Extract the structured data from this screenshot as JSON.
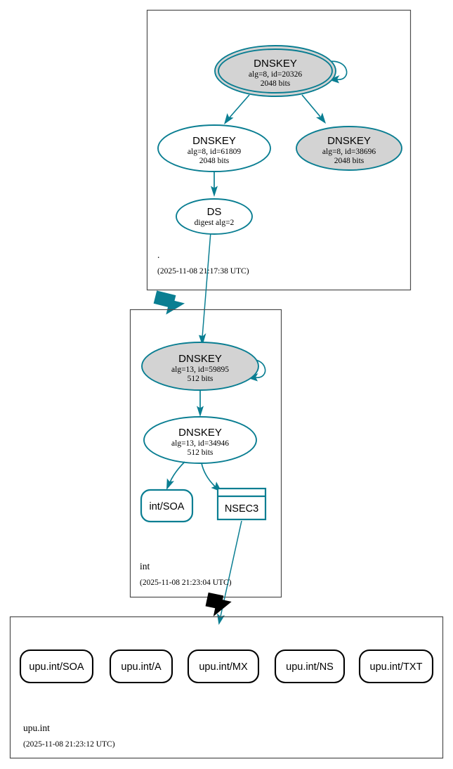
{
  "diagram": {
    "type": "dnssec-authentication-chain",
    "colors": {
      "secure": "#0a7e92",
      "insecure": "#000000",
      "zone_border": "#4d4d4d",
      "node_fill_ksk": "#d3d3d3",
      "node_fill_zsk": "#ffffff",
      "background": "#ffffff"
    },
    "zones": [
      {
        "id": "root",
        "name": ".",
        "timestamp": "(2025-11-08 21:17:38 UTC)",
        "nodes": [
          {
            "id": "root-ksk",
            "shape": "double-ellipse",
            "fill": "grey",
            "trust_anchor": true,
            "self_signed": true,
            "title": "DNSKEY",
            "line2": "alg=8, id=20326",
            "line3": "2048 bits"
          },
          {
            "id": "root-zsk",
            "shape": "ellipse",
            "fill": "white",
            "trust_anchor": false,
            "self_signed": false,
            "title": "DNSKEY",
            "line2": "alg=8, id=61809",
            "line3": "2048 bits"
          },
          {
            "id": "root-ksk2",
            "shape": "ellipse",
            "fill": "grey",
            "trust_anchor": false,
            "self_signed": false,
            "title": "DNSKEY",
            "line2": "alg=8, id=38696",
            "line3": "2048 bits"
          },
          {
            "id": "root-ds",
            "shape": "ellipse",
            "fill": "white",
            "title": "DS",
            "line2": "digest alg=2",
            "line3": ""
          }
        ]
      },
      {
        "id": "int",
        "name": "int",
        "timestamp": "(2025-11-08 21:23:04 UTC)",
        "nodes": [
          {
            "id": "int-ksk",
            "shape": "ellipse",
            "fill": "grey",
            "self_signed": true,
            "title": "DNSKEY",
            "line2": "alg=13, id=59895",
            "line3": "512 bits"
          },
          {
            "id": "int-zsk",
            "shape": "ellipse",
            "fill": "white",
            "self_signed": false,
            "title": "DNSKEY",
            "line2": "alg=13, id=34946",
            "line3": "512 bits"
          },
          {
            "id": "int-soa",
            "shape": "rounded-rect",
            "status": "secure",
            "label": "int/SOA"
          },
          {
            "id": "int-nsec3",
            "shape": "record-rect",
            "status": "secure",
            "label": "NSEC3"
          }
        ]
      },
      {
        "id": "upu-int",
        "name": "upu.int",
        "timestamp": "(2025-11-08 21:23:12 UTC)",
        "nodes": [
          {
            "id": "upu-soa",
            "shape": "rounded-rect",
            "status": "insecure",
            "label": "upu.int/SOA"
          },
          {
            "id": "upu-a",
            "shape": "rounded-rect",
            "status": "insecure",
            "label": "upu.int/A"
          },
          {
            "id": "upu-mx",
            "shape": "rounded-rect",
            "status": "insecure",
            "label": "upu.int/MX"
          },
          {
            "id": "upu-ns",
            "shape": "rounded-rect",
            "status": "insecure",
            "label": "upu.int/NS"
          },
          {
            "id": "upu-txt",
            "shape": "rounded-rect",
            "status": "insecure",
            "label": "upu.int/TXT"
          }
        ]
      }
    ],
    "edges": [
      {
        "from": "root-ksk",
        "to": "root-ksk",
        "kind": "self-sign",
        "status": "secure"
      },
      {
        "from": "root-ksk",
        "to": "root-zsk",
        "kind": "rrsig",
        "status": "secure"
      },
      {
        "from": "root-ksk",
        "to": "root-ksk2",
        "kind": "rrsig",
        "status": "secure"
      },
      {
        "from": "root-zsk",
        "to": "root-ds",
        "kind": "rrsig",
        "status": "secure"
      },
      {
        "from": "root-ds",
        "to": "int-ksk",
        "kind": "ds-digest",
        "status": "secure"
      },
      {
        "from": "int-ksk",
        "to": "int-ksk",
        "kind": "self-sign",
        "status": "secure"
      },
      {
        "from": "int-ksk",
        "to": "int-zsk",
        "kind": "rrsig",
        "status": "secure"
      },
      {
        "from": "int-zsk",
        "to": "int-soa",
        "kind": "rrsig",
        "status": "secure"
      },
      {
        "from": "int-zsk",
        "to": "int-nsec3",
        "kind": "rrsig",
        "status": "secure"
      },
      {
        "from": "int-nsec3",
        "to": "upu-int",
        "kind": "proof",
        "status": "secure"
      },
      {
        "from": "root",
        "to": "int",
        "kind": "delegation",
        "status": "secure"
      },
      {
        "from": "int",
        "to": "upu-int",
        "kind": "delegation",
        "status": "insecure"
      }
    ]
  }
}
